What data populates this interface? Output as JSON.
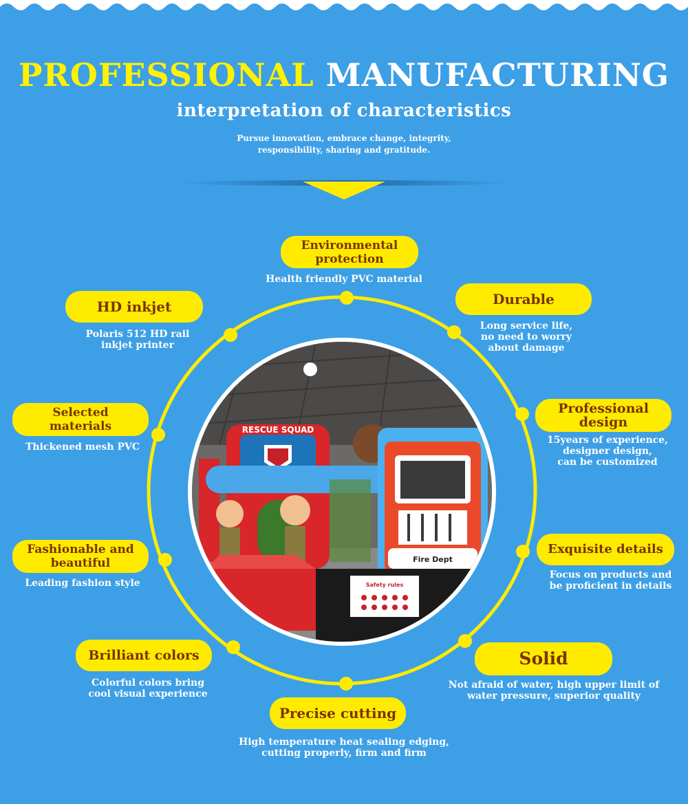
{
  "header": {
    "title_part1": "PROFESSIONAL",
    "title_part2": "MANUFACTURING",
    "subtitle": "interpretation of characteristics",
    "tagline_line1": "Pursue innovation, embrace change, integrity,",
    "tagline_line2": "responsibility, sharing and gratitude."
  },
  "photo": {
    "sign_text": "RESCUE SQUAD",
    "truck_text": "Fire Dept",
    "rules_text": "Safety rules"
  },
  "colors": {
    "background": "#3d9fe6",
    "accent_yellow": "#ffeb00",
    "label_brown": "#7a3300",
    "text_white": "#ffffff"
  },
  "features": [
    {
      "name": "environmental-protection",
      "title_lines": [
        "Environmental",
        "protection"
      ],
      "desc_lines": [
        "Health friendly PVC material"
      ]
    },
    {
      "name": "durable",
      "title_lines": [
        "Durable"
      ],
      "desc_lines": [
        "Long service life,",
        "no need to worry",
        "about damage"
      ]
    },
    {
      "name": "professional-design",
      "title_lines": [
        "Professional",
        "design"
      ],
      "desc_lines": [
        "15years of experience,",
        "designer design,",
        "can be customized"
      ]
    },
    {
      "name": "exquisite-details",
      "title_lines": [
        "Exquisite details"
      ],
      "desc_lines": [
        "Focus on products and",
        "be proficient in details"
      ]
    },
    {
      "name": "solid",
      "title_lines": [
        "Solid"
      ],
      "desc_lines": [
        "Not afraid of water, high upper limit of",
        "water pressure, superior quality"
      ]
    },
    {
      "name": "precise-cutting",
      "title_lines": [
        "Precise cutting"
      ],
      "desc_lines": [
        "High temperature heat sealing edging,",
        "cutting properly, firm and firm"
      ]
    },
    {
      "name": "brilliant-colors",
      "title_lines": [
        "Brilliant colors"
      ],
      "desc_lines": [
        "Colorful colors bring",
        "cool visual experience"
      ]
    },
    {
      "name": "fashionable-and-beautiful",
      "title_lines": [
        "Fashionable and",
        "beautiful"
      ],
      "desc_lines": [
        "Leading fashion style"
      ]
    },
    {
      "name": "selected-materials",
      "title_lines": [
        "Selected",
        "materials"
      ],
      "desc_lines": [
        "Thickened mesh PVC"
      ]
    },
    {
      "name": "hd-inkjet",
      "title_lines": [
        "HD inkjet"
      ],
      "desc_lines": [
        "Polaris 512 HD rail",
        "inkjet printer"
      ]
    }
  ]
}
